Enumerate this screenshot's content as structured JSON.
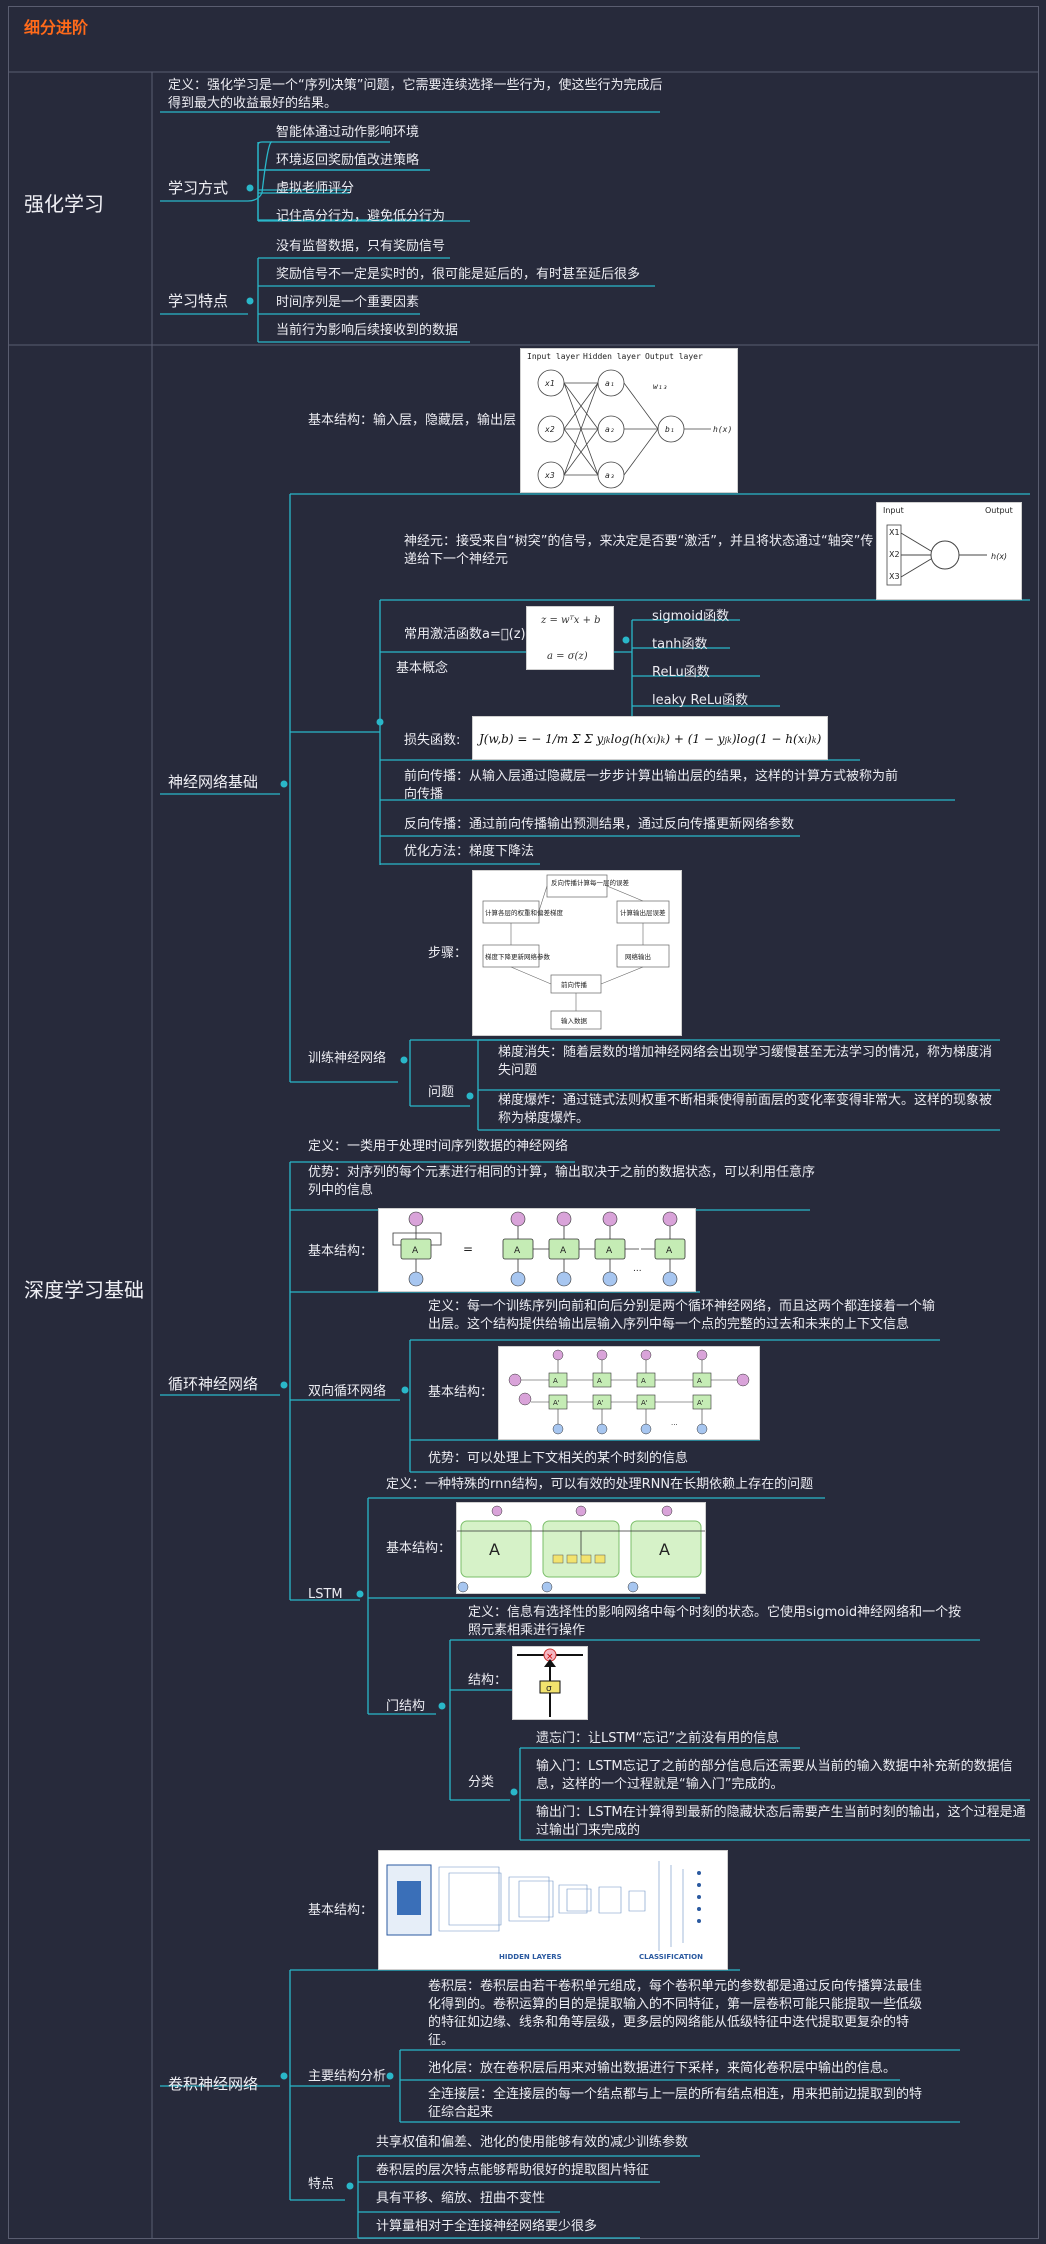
{
  "header": {
    "title": "细分进阶"
  },
  "rl": {
    "section": "强化学习",
    "definition": "定义：强化学习是一个“序列决策”问题，它需要连续选择一些行为，使这些行为完成后得到最大的收益最好的结果。",
    "method": {
      "label": "学习方式",
      "items": [
        "智能体通过动作影响环境",
        "环境返回奖励值改进策略",
        "虚拟老师评分",
        "记住高分行为，避免低分行为"
      ]
    },
    "feature": {
      "label": "学习特点",
      "items": [
        "没有监督数据，只有奖励信号",
        "奖励信号不一定是实时的，很可能是延后的，有时甚至延后很多",
        "时间序列是一个重要因素",
        "当前行为影响后续接收到的数据"
      ]
    }
  },
  "dl": {
    "section": "深度学习基础",
    "nn": {
      "label": "神经网络基础",
      "structure": "基本结构：输入层，隐藏层，输出层",
      "nn_img": {
        "input": "Input layer",
        "hidden": "Hidden layer",
        "output": "Output layer"
      },
      "concept": {
        "label": "基本概念",
        "neuron": "神经元：接受来自“树突”的信号，来决定是否要“激活”，并且将状态通过“轴突”传递给下一个神经元",
        "neuron_img": {
          "input": "Input",
          "output": "Output"
        },
        "activation": {
          "label": "常用激活函数a=\u0000(z)",
          "items": [
            "sigmoid函数",
            "tanh函数",
            "ReLu函数",
            "leaky ReLu函数"
          ]
        },
        "loss": "损失函数:",
        "forward": "前向传播：从输入层通过隐藏层一步步计算出输出层的结果，这样的计算方式被称为前向传播",
        "backward": "反向传播：通过前向传播输出预测结果，通过反向传播更新网络参数",
        "optim": "优化方法：梯度下降法"
      },
      "train": {
        "label": "训练神经网络",
        "steps": "步骤：",
        "steps_img": [
          "反向传播计算每一层的误差",
          "计算输出层误差",
          "网络输出",
          "前向传播",
          "输入数据",
          "梯度下降更新网络参数",
          "计算各层的权重和偏差梯度"
        ],
        "problem": {
          "label": "问题",
          "items": [
            "梯度消失：随着层数的增加神经网络会出现学习缓慢甚至无法学习的情况，称为梯度消失问题",
            "梯度爆炸：通过链式法则权重不断相乘使得前面层的变化率变得非常大。这样的现象被称为梯度爆炸。"
          ]
        }
      }
    },
    "rnn": {
      "label": "循环神经网络",
      "definition": "定义：一类用于处理时间序列数据的神经网络",
      "advantage": "优势：对序列的每个元素进行相同的计算，输出取决于之前的数据状态，可以利用任意序列中的信息",
      "structure": "基本结构：",
      "bi": {
        "label": "双向循环网络",
        "definition": "定义：每一个训练序列向前和向后分别是两个循环神经网络，而且这两个都连接着一个输出层。这个结构提供给输出层输入序列中每一个点的完整的过去和未来的上下文信息",
        "structure": "基本结构：",
        "advantage": "优势：可以处理上下文相关的某个时刻的信息"
      },
      "lstm": {
        "label": "LSTM",
        "definition": "定义：一种特殊的rnn结构，可以有效的处理RNN在长期依赖上存在的问题",
        "structure": "基本结构：",
        "gate": {
          "label": "门结构",
          "definition": "定义：信息有选择性的影响网络中每个时刻的状态。它使用sigmoid神经网络和一个按照元素相乘进行操作",
          "structure": "结构：",
          "classify": {
            "label": "分类",
            "items": [
              "遗忘门：让LSTM“忘记”之前没有用的信息",
              "输入门：LSTM忘记了之前的部分信息后还需要从当前的输入数据中补充新的数据信息，这样的一个过程就是“输入门”完成的。",
              "输出门：LSTM在计算得到最新的隐藏状态后需要产生当前时刻的输出，这个过程是通过输出门来完成的"
            ]
          }
        }
      }
    },
    "cnn": {
      "label": "卷积神经网络",
      "structure": "基本结构：",
      "analysis": {
        "label": "主要结构分析",
        "items": [
          "卷积层：卷积层由若干卷积单元组成，每个卷积单元的参数都是通过反向传播算法最佳化得到的。卷积运算的目的是提取输入的不同特征，第一层卷积可能只能提取一些低级的特征如边缘、线条和角等层级，更多层的网络能从低级特征中迭代提取更复杂的特征。",
          "池化层：放在卷积层后用来对输出数据进行下采样，来简化卷积层中输出的信息。",
          "全连接层：全连接层的每一个结点都与上一层的所有结点相连，用来把前边提取到的特征综合起来"
        ]
      },
      "feature": {
        "label": "特点",
        "items": [
          "共享权值和偏差、池化的使用能够有效的减少训练参数",
          "卷积层的层次特点能够帮助很好的提取图片特征",
          "具有平移、缩放、扭曲不变性",
          "计算量相对于全连接神经网络要少很多"
        ]
      },
      "img_labels": {
        "hidden": "HIDDEN LAYERS",
        "classify": "CLASSIFICATION"
      }
    }
  },
  "colors": {
    "bg": "#272a3b",
    "line": "#2ab7c9",
    "title": "#ff6a1a",
    "text": "#ececf2"
  }
}
